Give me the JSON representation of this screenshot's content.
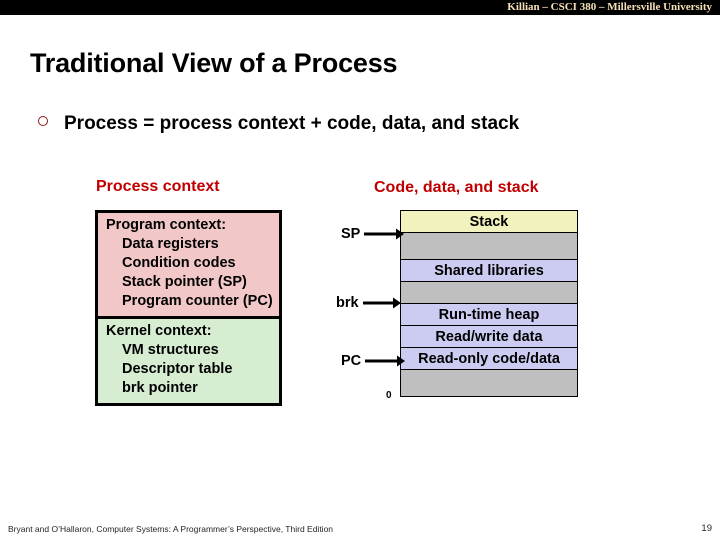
{
  "banner": {
    "text": "Killian – CSCI 380 – Millersville University"
  },
  "slide": {
    "title": "Traditional View of a Process",
    "bullet": "Process = process context + code, data, and stack",
    "bullet_marker_color": "#8b1a1a"
  },
  "headings": {
    "left": "Process context",
    "right": "Code, data, and stack",
    "color": "#c00000"
  },
  "process_context": {
    "program_context": {
      "title": "Program context:",
      "items": [
        "Data registers",
        "Condition codes",
        "Stack pointer (SP)",
        "Program counter (PC)"
      ],
      "background": "#f2c7c7"
    },
    "kernel_context": {
      "title": "Kernel context:",
      "items": [
        "VM structures",
        "Descriptor table",
        "brk pointer"
      ],
      "background": "#d6edd2"
    }
  },
  "memory_map": {
    "blocks": [
      {
        "label": "Stack",
        "kind": "stack",
        "color": "#f2f2bf"
      },
      {
        "label": "",
        "kind": "gap",
        "color": "#bfbfbf"
      },
      {
        "label": "Shared libraries",
        "kind": "lib",
        "color": "#ccccf2"
      },
      {
        "label": "",
        "kind": "gap",
        "color": "#bfbfbf"
      },
      {
        "label": "Run-time heap",
        "kind": "heap",
        "color": "#ccccf2"
      },
      {
        "label": "Read/write data",
        "kind": "rwdata",
        "color": "#ccccf2"
      },
      {
        "label": "Read-only code/data",
        "kind": "rodata",
        "color": "#ccccf2"
      },
      {
        "label": "",
        "kind": "bottom",
        "color": "#bfbfbf"
      }
    ],
    "pointers": [
      {
        "label": "SP"
      },
      {
        "label": "brk"
      },
      {
        "label": "PC"
      }
    ],
    "base_address_label": "0"
  },
  "footer": {
    "citation": "Bryant and O’Hallaron, Computer Systems: A Programmer’s Perspective, Third Edition",
    "page_number": "19"
  }
}
